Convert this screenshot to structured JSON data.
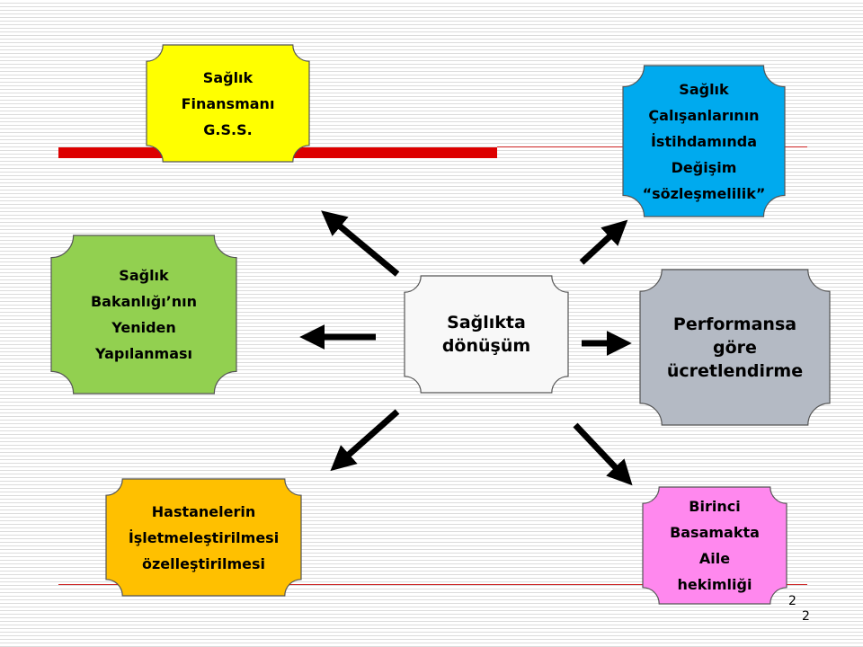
{
  "diagram": {
    "center": {
      "lines": [
        "Sağlıkta",
        "dönüşüm"
      ],
      "color": "#f8f8f8"
    },
    "boxes": [
      {
        "id": "finansman",
        "lines": [
          "Sağlık",
          "Finansmanı",
          "G.S.S."
        ],
        "color": "#ffff00"
      },
      {
        "id": "calisanlar",
        "lines": [
          "Sağlık",
          "Çalışanlarının",
          "İstihdamında",
          "Değişim",
          "“sözleşmelilik”"
        ],
        "color": "#00aaee"
      },
      {
        "id": "bakanlik",
        "lines": [
          "Sağlık",
          "Bakanlığı’nın",
          "Yeniden",
          "Yapılanması"
        ],
        "color": "#92d050"
      },
      {
        "id": "performans",
        "lines": [
          "Performansa",
          "göre",
          "ücretlendirme"
        ],
        "color": "#b4bac4"
      },
      {
        "id": "hastaneler",
        "lines": [
          "Hastanelerin",
          "İşletmeleştirilmesi",
          "özelleştirilmesi"
        ],
        "color": "#ffc000"
      },
      {
        "id": "aile",
        "lines": [
          "Birinci",
          "Basamakta",
          "Aile",
          "hekimliği"
        ],
        "color": "#ff88ee"
      }
    ]
  },
  "slide": {
    "page_number_a": "2",
    "page_number_b": "2"
  },
  "colors": {
    "accent_bar": "#dd0000",
    "thin_rule": "#cc2222",
    "outline": "#555555",
    "arrow": "#000000"
  }
}
